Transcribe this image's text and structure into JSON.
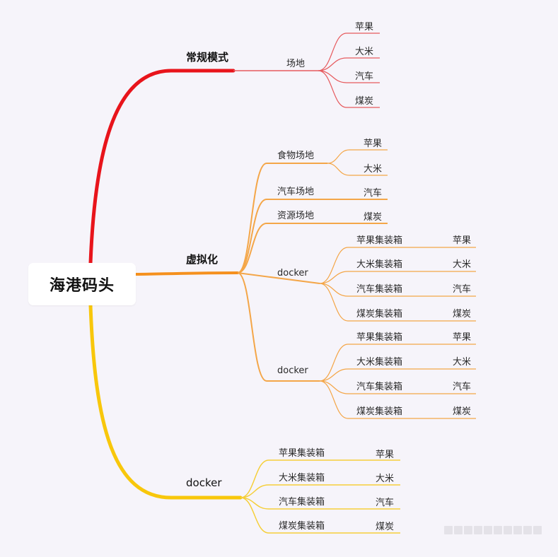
{
  "root": {
    "label": "海港码头"
  },
  "branches": {
    "normal": {
      "label": "常规模式",
      "site": {
        "label": "场地",
        "items": [
          "苹果",
          "大米",
          "汽车",
          "煤炭"
        ]
      }
    },
    "virtual": {
      "label": "虚拟化",
      "food_site": {
        "label": "食物场地",
        "items": [
          "苹果",
          "大米"
        ]
      },
      "car_site": {
        "label": "汽车场地",
        "items": [
          "汽车"
        ]
      },
      "resource_site": {
        "label": "资源场地",
        "items": [
          "煤炭"
        ]
      },
      "docker_a": {
        "label": "docker",
        "containers": [
          {
            "label": "苹果集装箱",
            "content": "苹果"
          },
          {
            "label": "大米集装箱",
            "content": "大米"
          },
          {
            "label": "汽车集装箱",
            "content": "汽车"
          },
          {
            "label": "煤炭集装箱",
            "content": "煤炭"
          }
        ]
      },
      "docker_b": {
        "label": "docker",
        "containers": [
          {
            "label": "苹果集装箱",
            "content": "苹果"
          },
          {
            "label": "大米集装箱",
            "content": "大米"
          },
          {
            "label": "汽车集装箱",
            "content": "汽车"
          },
          {
            "label": "煤炭集装箱",
            "content": "煤炭"
          }
        ]
      }
    },
    "docker": {
      "label": "docker",
      "containers": [
        {
          "label": "苹果集装箱",
          "content": "苹果"
        },
        {
          "label": "大米集装箱",
          "content": "大米"
        },
        {
          "label": "汽车集装箱",
          "content": "汽车"
        },
        {
          "label": "煤炭集装箱",
          "content": "煤炭"
        }
      ]
    }
  },
  "colors": {
    "red": "#e8141b",
    "orange": "#f5901d",
    "yellow": "#f8c70b",
    "red_light": "#e65b5e",
    "orange_light": "#f4a648",
    "yellow_light": "#f5cf3a"
  }
}
